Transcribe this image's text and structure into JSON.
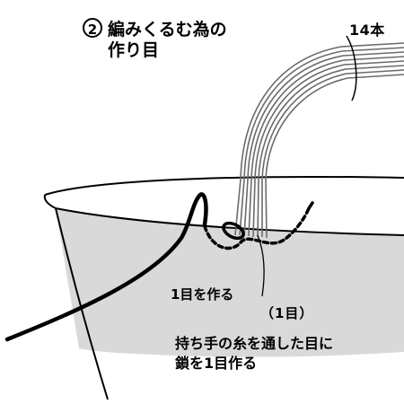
{
  "title": {
    "step_number": "2",
    "line1": "編みくるむ為の",
    "line2": "作り目"
  },
  "labels": {
    "strand_count": "14本",
    "make_one_stitch": "1目を作る",
    "one_stitch_paren": "（1目）",
    "instruction_line1": "持ち手の糸を通した目に",
    "instruction_line2": "鎖を1目作る"
  },
  "colors": {
    "fill_gray": "#d9d9d9",
    "ink": "#000000",
    "background": "#ffffff"
  }
}
